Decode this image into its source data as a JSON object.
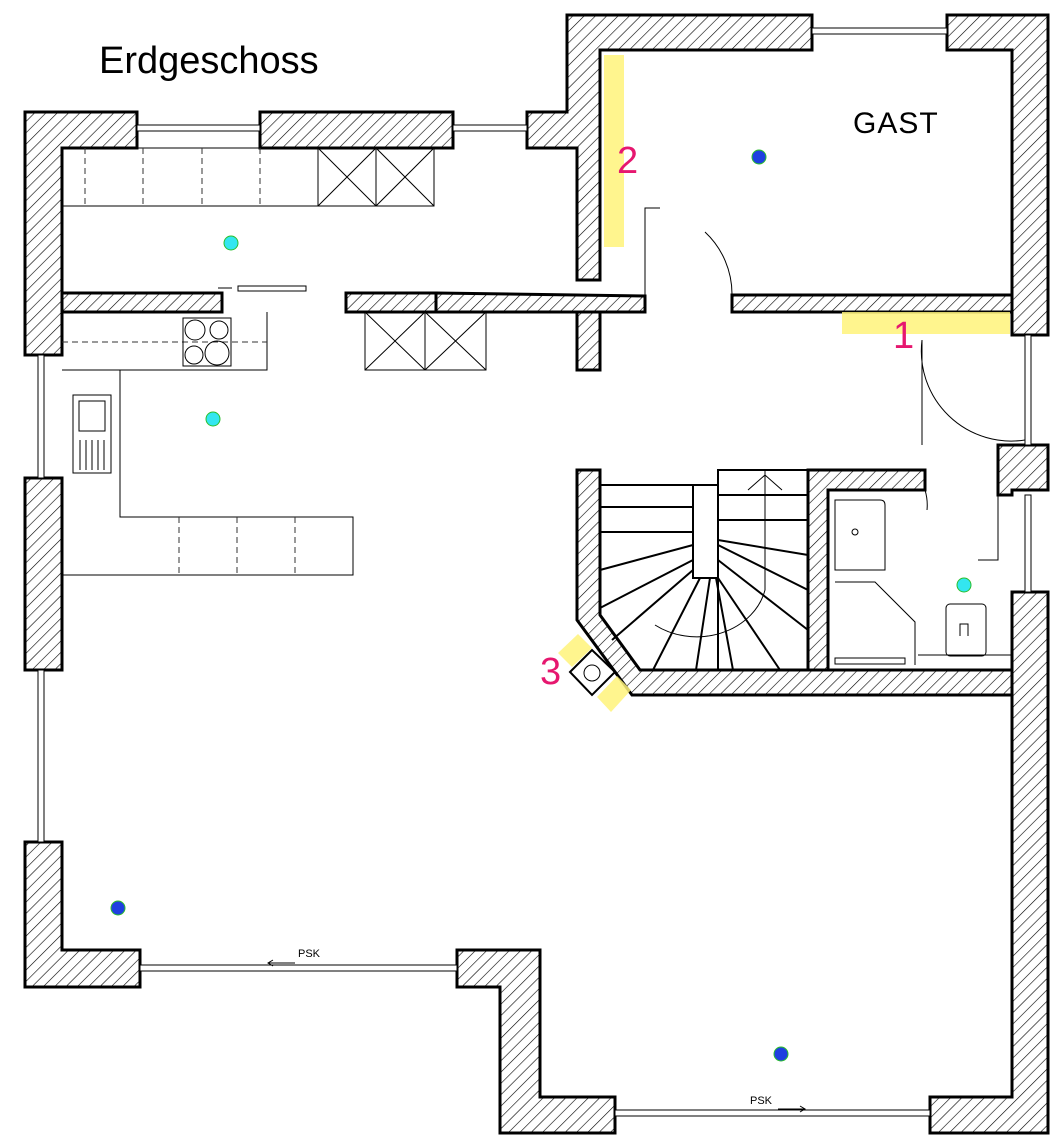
{
  "title": "Erdgeschoss",
  "rooms": {
    "guest": "GAST"
  },
  "markers": [
    {
      "label": "1"
    },
    {
      "label": "2"
    },
    {
      "label": "3"
    }
  ],
  "door_labels": [
    "PSK",
    "PSK"
  ],
  "colors": {
    "wall_hatch": "#000000",
    "highlight": "#fff37a",
    "marker": "#e6176f",
    "sensor_cyan": "#33e6f0",
    "sensor_blue": "#1f3fe0"
  }
}
